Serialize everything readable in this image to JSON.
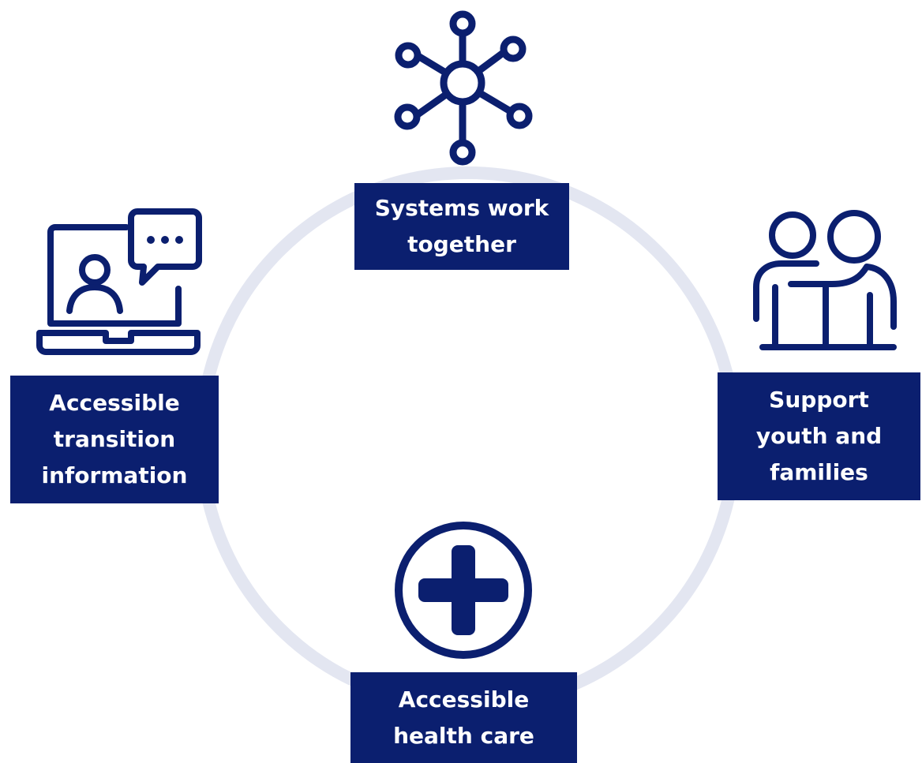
{
  "diagram": {
    "colors": {
      "primary": "#0b1f6f",
      "ring": "#e3e6f1",
      "label_text": "#ffffff",
      "background": "#ffffff"
    },
    "nodes": [
      {
        "id": "systems",
        "label": "Systems work\ntogether",
        "icon": "network-hub-icon"
      },
      {
        "id": "transition",
        "label": "Accessible\ntransition\ninformation",
        "icon": "laptop-video-chat-icon"
      },
      {
        "id": "support",
        "label": "Support\nyouth and\nfamilies",
        "icon": "two-people-embrace-icon"
      },
      {
        "id": "health",
        "label": "Accessible\nhealth care",
        "icon": "medical-cross-icon"
      }
    ]
  }
}
